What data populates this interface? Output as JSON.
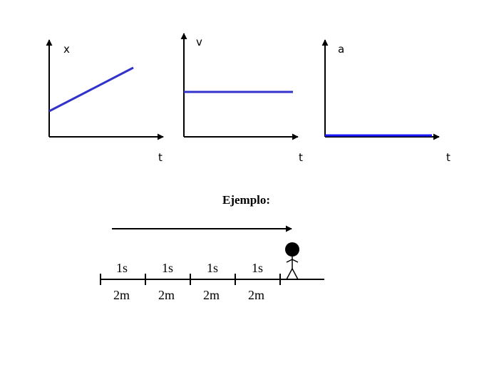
{
  "graphs": {
    "position": {
      "y_label": "x",
      "x_label": "t"
    },
    "velocity": {
      "y_label": "v",
      "x_label": "t"
    },
    "acceleration": {
      "y_label": "a",
      "x_label": "t"
    }
  },
  "example": {
    "title": "Ejemplo:",
    "time_labels": [
      "1s",
      "1s",
      "1s",
      "1s"
    ],
    "distance_labels": [
      "2m",
      "2m",
      "2m",
      "2m"
    ]
  },
  "colors": {
    "axis": "#000000",
    "plot_line": "#3333cc"
  }
}
